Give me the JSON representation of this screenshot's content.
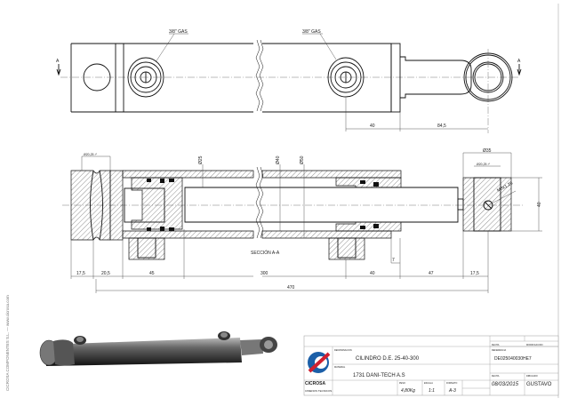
{
  "top_view": {
    "port_labels": [
      "3/8\" GAS",
      "3/8\" GAS"
    ],
    "section_marker": "A",
    "dims": [
      "40",
      "84,5"
    ]
  },
  "section_view": {
    "title": "SECCIÓN A-A",
    "diameters": [
      "Ø25",
      "Ø40",
      "Ø50",
      "Ø35"
    ],
    "tolerance_left": "Ø20,25 ¹⁰",
    "tolerance_right": "Ø20,25 ¹⁰",
    "thread": "M8x1,25",
    "height_dim": "40",
    "small_dim": "7",
    "bottom_dims": [
      "17,5",
      "20,5",
      "45",
      "300",
      "40",
      "47",
      "17,5"
    ],
    "overall_dim": "470"
  },
  "title_block": {
    "company": "CICROSA",
    "company_sub": "CIMENOS TECNICOS",
    "designation_label": "DENOMINACION",
    "designation": "CILINDRO D.E. 25-40-300",
    "material_label": "MATERIAL",
    "material": "1731  DANI-TECH A.S",
    "code_label": "REFERENCIA",
    "code": "DE025040030HE7",
    "weight_label": "PESO",
    "weight": "4,80Kg",
    "scale_label": "ESCALA",
    "scale": "1:1",
    "format_label": "FORMATO",
    "format": "A-3",
    "date_label": "FECHA",
    "date": "08/03/2015",
    "author_label": "DIBUJADO",
    "author": "GUSTAVO",
    "rev_label": "FECHA",
    "rev2_label": "MODIFICACION"
  },
  "margin_text": "CICROSA COMPONENTES S.L. — www.cicrosa.com"
}
